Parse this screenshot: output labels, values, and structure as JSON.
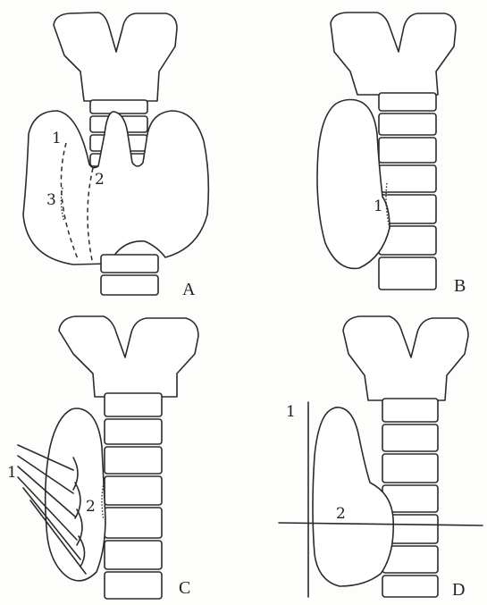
{
  "panels": [
    {
      "id": "A",
      "letter": "A",
      "labels": [
        "1",
        "2",
        "3"
      ]
    },
    {
      "id": "B",
      "letter": "B",
      "labels": [
        "1"
      ]
    },
    {
      "id": "C",
      "letter": "C",
      "labels": [
        "1",
        "2"
      ]
    },
    {
      "id": "D",
      "letter": "D",
      "labels": [
        "1",
        "2"
      ]
    }
  ]
}
